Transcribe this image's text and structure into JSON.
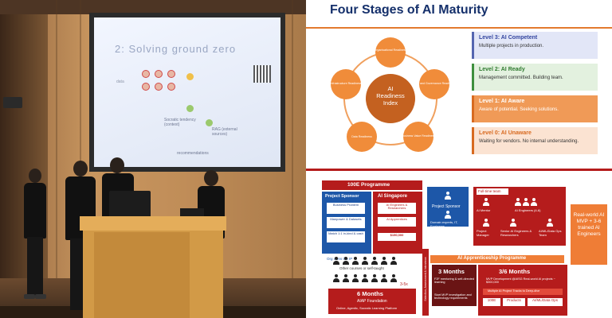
{
  "photo": {
    "projected_slide": {
      "title": "2: Solving ground zero",
      "label_a": "data",
      "label_b": "Socratic tendency (context)",
      "label_c": "RAG (external sources)",
      "label_d": "recommendations"
    }
  },
  "maturity_slide": {
    "title": "Four Stages of AI Maturity",
    "center_label": "AI Readiness Index",
    "petals": [
      "Organisational Readiness",
      "Data and Governance Readiness",
      "Business Value Readiness",
      "Data Readiness",
      "Infrastructure Readiness"
    ],
    "levels": [
      {
        "title": "Level 3: AI Competent",
        "desc": "Multiple projects in production.",
        "color": "#5566b0",
        "bg": "#e2e6f7"
      },
      {
        "title": "Level 2: AI Ready",
        "desc": "Management committed. Building team.",
        "color": "#3d8f3d",
        "bg": "#e3f1df"
      },
      {
        "title": "Level 1: AI Aware",
        "desc": "Aware of potential. Seeking solutions.",
        "color": "#ffffff",
        "bg": "#f09a57"
      },
      {
        "title": "Level 0: AI Unaware",
        "desc": "Waiting for vendors. No internal understanding.",
        "color": "#d86a20",
        "bg": "#fbe3d2"
      }
    ],
    "colors": {
      "accent": "#e37a2e",
      "title": "#15306b",
      "petal": "#f08c3a",
      "center": "#c46120"
    }
  },
  "programme_slide": {
    "title": "100E Programme",
    "sponsor_title": "Project Sponsor",
    "sponsor_items": [
      "Business Problem",
      "Manpower & Datasets",
      "Match 1:1 in-kind & cash"
    ],
    "sponsor_footer": "Org owns the IP",
    "aisg_title": "AI Singapore",
    "aisg_items": [
      "AI Engineers & Researchers",
      "AI Apprentices"
    ],
    "aisg_amount": "$150,000",
    "sponsor2_title": "Project Sponsor",
    "sponsor2_desc": "Domain experts, IT, Engineers",
    "fulltime_label": "Full-time team",
    "team_roles": [
      "AI Mentor",
      "Project Manager",
      "Senior AI Engineers & Researchers",
      "AI/ML/Data Ops Team",
      "AI Engineers (4-6)"
    ],
    "result": "Real-world AI MVP + 3-6 trained AI Engineers",
    "apprenticeship_title": "AI Apprenticeship Programme",
    "phase1_title": "3 Months",
    "phase1_desc": "F2F mentoring & self-directed learning",
    "phase1_note": "Start MVP investigation and technology requirements",
    "phase2_title": "3/6 Months",
    "phase2_desc": "MVP Development @AISG Real-world AI projects ~ $300,000",
    "phase2_tracks_label": "Multiple AI Project Tracks to Deep-dive",
    "phase2_tracks": [
      "100E",
      "Products",
      "AI/ML/Data Ops"
    ],
    "side_label": "Selection, Assessment & Interviews",
    "other_courses": "Other courses or self-taught",
    "multiplier": "3-5x",
    "aiap_title": "6 Months",
    "aiap_subtitle": "AIAP Foundation",
    "aiap_desc": "Online, Agentic, Socratic Learning Platform",
    "colors": {
      "red": "#b51c1c",
      "blue": "#1d57a8",
      "orange": "#ef7d36"
    }
  }
}
